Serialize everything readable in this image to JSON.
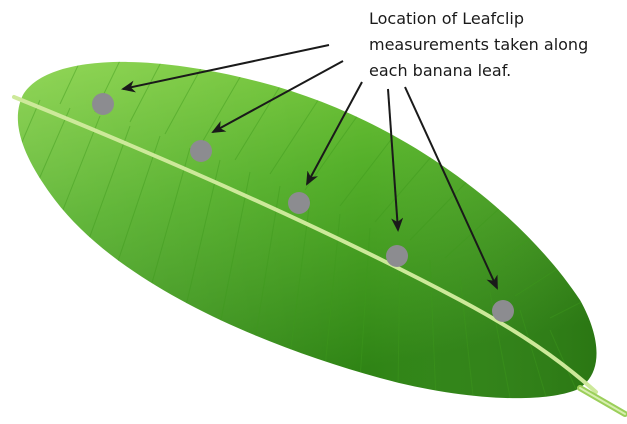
{
  "annotation": {
    "lines": [
      "Location of Leafclip",
      "measurements taken along",
      "each banana leaf."
    ]
  },
  "colors": {
    "background": "#ffffff",
    "leaf_light": "#7dcc3e",
    "leaf_mid": "#4daa22",
    "leaf_dark": "#2f7f12",
    "midrib": "#c9ea95",
    "measurement_marker": "#8c8c90",
    "arrow": "#1a1a1a"
  },
  "icons": {
    "marker": "gray-dot",
    "arrow": "arrow-right"
  },
  "measurement_points_count": 5
}
